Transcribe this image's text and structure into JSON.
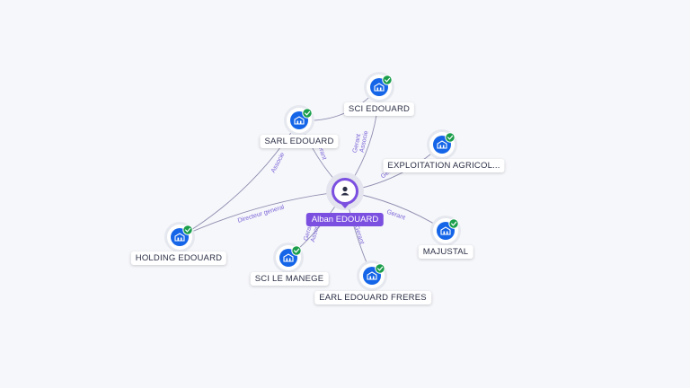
{
  "center": {
    "name": "Alban EDOUARD",
    "icon": "person-icon",
    "color": "#7b4fe0"
  },
  "companies": [
    {
      "id": "sci-edouard",
      "name": "SCI EDOUARD",
      "icon": "company-icon",
      "status": "verified"
    },
    {
      "id": "sarl-edouard",
      "name": "SARL EDOUARD",
      "icon": "company-icon",
      "status": "verified"
    },
    {
      "id": "exploitation",
      "name": "EXPLOITATION AGRICOL...",
      "icon": "company-icon",
      "status": "verified"
    },
    {
      "id": "holding",
      "name": "HOLDING EDOUARD",
      "icon": "company-icon",
      "status": "verified"
    },
    {
      "id": "majustal",
      "name": "MAJUSTAL",
      "icon": "company-icon",
      "status": "verified"
    },
    {
      "id": "sci-manege",
      "name": "SCI LE MANEGE",
      "icon": "company-icon",
      "status": "verified"
    },
    {
      "id": "earl",
      "name": "EARL EDOUARD FRERES",
      "icon": "company-icon",
      "status": "verified"
    }
  ],
  "edges": [
    {
      "from": "center",
      "to": "sci-edouard",
      "labels": [
        "Gerant",
        "Associe"
      ]
    },
    {
      "from": "center",
      "to": "sarl-edouard",
      "labels": [
        "Gerant"
      ]
    },
    {
      "from": "center",
      "to": "exploitation",
      "labels": [
        "Ge..."
      ]
    },
    {
      "from": "center",
      "to": "holding",
      "labels": [
        "Directeur general"
      ]
    },
    {
      "from": "center",
      "to": "majustal",
      "labels": [
        "Gerant"
      ]
    },
    {
      "from": "center",
      "to": "sci-manege",
      "labels": [
        "Gerant",
        "Associe"
      ]
    },
    {
      "from": "center",
      "to": "earl",
      "labels": [
        "Gerant"
      ]
    },
    {
      "from": "holding",
      "to": "sarl-edouard",
      "labels": [
        "Associe"
      ]
    },
    {
      "from": "sarl-edouard",
      "to": "sci-edouard",
      "labels": []
    }
  ],
  "colors": {
    "edge": "#8f8fb0",
    "company_icon": "#1565e8",
    "verified_badge": "#1a9e4b",
    "edge_label": "#7a63d6"
  }
}
